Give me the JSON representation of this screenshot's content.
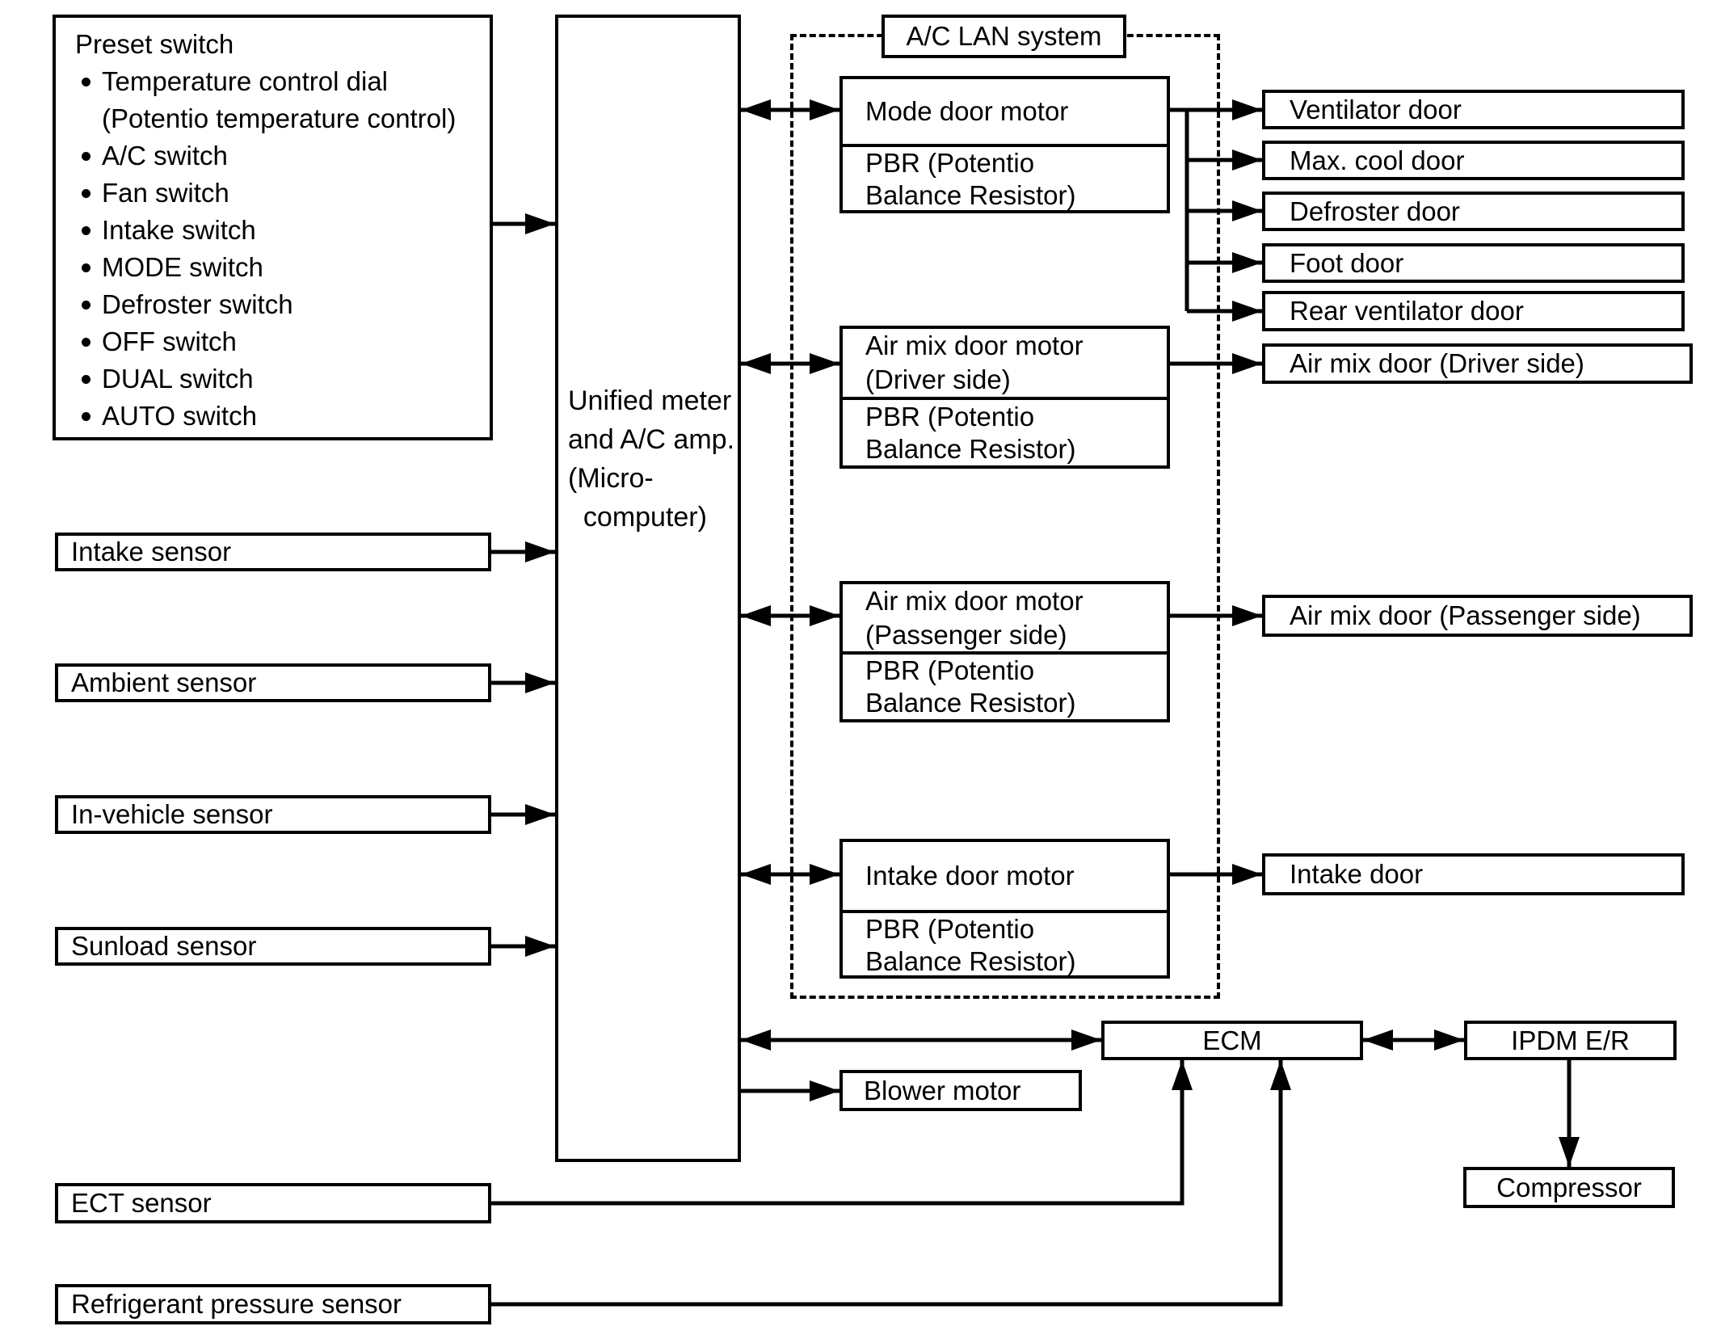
{
  "nodes": {
    "preset": {
      "title": "Preset switch",
      "items": [
        "Temperature control dial\n(Potentio temperature control)",
        "A/C switch",
        "Fan switch",
        "Intake switch",
        "MODE switch",
        "Defroster switch",
        "OFF switch",
        "DUAL switch",
        "AUTO switch"
      ]
    },
    "unified": {
      "label": "Unified meter\nand A/C amp.\n(Micro-\n  computer)"
    },
    "sensors": {
      "intake": "Intake sensor",
      "ambient": "Ambient sensor",
      "in_vehicle": "In-vehicle sensor",
      "sunload": "Sunload sensor",
      "ect": "ECT sensor",
      "refrigerant": "Refrigerant pressure sensor"
    },
    "lan_label": "A/C LAN system",
    "motors": {
      "mode": {
        "name": "Mode door motor",
        "pbr": "PBR (Potentio\nBalance Resistor)"
      },
      "air_mix_driver": {
        "name": "Air mix door motor\n(Driver side)",
        "pbr": "PBR (Potentio\nBalance Resistor)"
      },
      "air_mix_passenger": {
        "name": "Air mix door motor\n(Passenger side)",
        "pbr": "PBR (Potentio\nBalance Resistor)"
      },
      "intake": {
        "name": "Intake door motor",
        "pbr": "PBR (Potentio\nBalance Resistor)"
      }
    },
    "doors": {
      "ventilator": "Ventilator door",
      "max_cool": "Max. cool door",
      "defroster": "Defroster door",
      "foot": "Foot door",
      "rear_ventilator": "Rear ventilator door",
      "air_mix_driver": "Air mix door (Driver side)",
      "air_mix_passenger": "Air mix door (Passenger side)",
      "intake": "Intake door"
    },
    "ecm": "ECM",
    "ipdm": "IPDM E/R",
    "compressor": "Compressor",
    "blower": "Blower motor"
  },
  "colors": {
    "line": "#000000",
    "background": "#ffffff"
  }
}
